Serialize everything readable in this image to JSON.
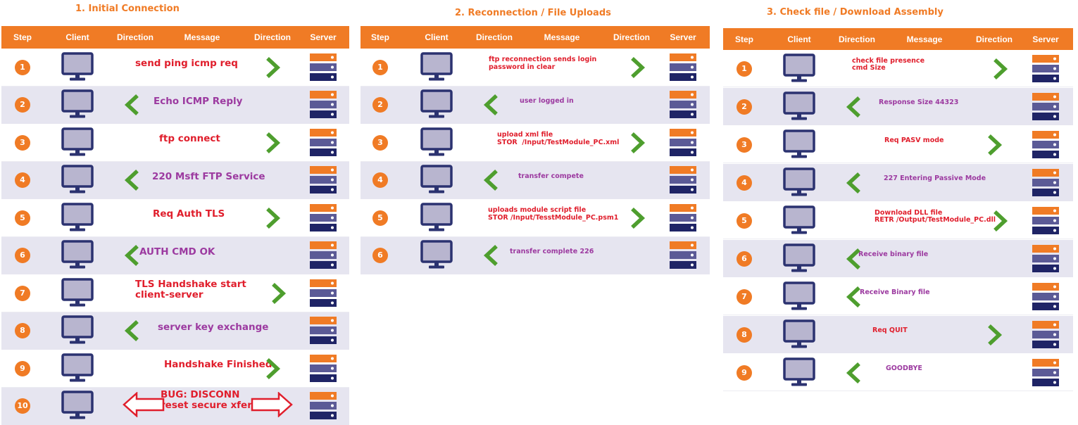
{
  "colors": {
    "accent": "#f07b25",
    "row_shade": "#e6e5f0",
    "monitor": "#2b3270",
    "monitor_screen": "#b8b5cf",
    "arrow_green": "#4e9e2e",
    "msg_red": "#e01e2c",
    "msg_purple": "#9c3aa0",
    "server_top": "#f07b25",
    "server_mid": "#5b5a96",
    "server_bottom": "#1f2466"
  },
  "headers": {
    "step": "Step",
    "client": "Client",
    "direction_left": "Direction",
    "message": "Message",
    "direction_right": "Direction",
    "server": "Server"
  },
  "panels": [
    {
      "title": "1. Initial Connection",
      "rows": [
        {
          "step": "1",
          "message": "send ping icmp req",
          "direction": "to-server",
          "color": "red"
        },
        {
          "step": "2",
          "message": "Echo ICMP Reply",
          "direction": "to-client",
          "color": "purple"
        },
        {
          "step": "3",
          "message": "ftp connect",
          "direction": "to-server",
          "color": "red"
        },
        {
          "step": "4",
          "message": "220 Msft FTP Service",
          "direction": "to-client",
          "color": "purple"
        },
        {
          "step": "5",
          "message": "Req Auth TLS",
          "direction": "to-server",
          "color": "red"
        },
        {
          "step": "6",
          "message": "AUTH CMD OK",
          "direction": "to-client",
          "color": "purple"
        },
        {
          "step": "7",
          "message": "TLS Handshake start\nclient-server",
          "direction": "to-server",
          "color": "red"
        },
        {
          "step": "8",
          "message": "server key exchange",
          "direction": "to-client",
          "color": "purple"
        },
        {
          "step": "9",
          "message": "Handshake Finished",
          "direction": "to-server",
          "color": "red"
        },
        {
          "step": "10",
          "message": "BUG: DISCONN\nreset secure xfer",
          "direction": "both",
          "color": "red"
        }
      ]
    },
    {
      "title": "2. Reconnection / File Uploads",
      "rows": [
        {
          "step": "1",
          "message": "ftp reconnection sends login\npassword in clear",
          "direction": "to-server",
          "color": "red"
        },
        {
          "step": "2",
          "message": "user logged in",
          "direction": "to-client",
          "color": "purple"
        },
        {
          "step": "3",
          "message": "upload xml file\nSTOR  /Input/TestModule_PC.xml",
          "direction": "to-server",
          "color": "red"
        },
        {
          "step": "4",
          "message": "transfer compete",
          "direction": "to-client",
          "color": "purple"
        },
        {
          "step": "5",
          "message": "uploads module script file\nSTOR /Input/TesstModule_PC.psm1",
          "direction": "to-server",
          "color": "red"
        },
        {
          "step": "6",
          "message": "transfer complete 226",
          "direction": "to-client",
          "color": "purple"
        }
      ]
    },
    {
      "title": "3. Check file / Download Assembly",
      "rows": [
        {
          "step": "1",
          "message": "check file presence\ncmd Size",
          "direction": "to-server",
          "color": "red"
        },
        {
          "step": "2",
          "message": "Response Size 44323",
          "direction": "to-client",
          "color": "purple"
        },
        {
          "step": "3",
          "message": "Req PASV mode",
          "direction": "to-server",
          "color": "red"
        },
        {
          "step": "4",
          "message": "227 Entering Passive Mode",
          "direction": "to-client",
          "color": "purple"
        },
        {
          "step": "5",
          "message": "Download DLL file\nRETR /Output/TestModule_PC.dll",
          "direction": "to-server",
          "color": "red"
        },
        {
          "step": "6",
          "message": "Receive binary file",
          "direction": "to-client",
          "color": "purple"
        },
        {
          "step": "7",
          "message": "Receive Binary file",
          "direction": "to-client",
          "color": "purple"
        },
        {
          "step": "8",
          "message": "Req QUIT",
          "direction": "to-server",
          "color": "red"
        },
        {
          "step": "9",
          "message": "GOODBYE",
          "direction": "to-client",
          "color": "purple"
        }
      ]
    }
  ]
}
